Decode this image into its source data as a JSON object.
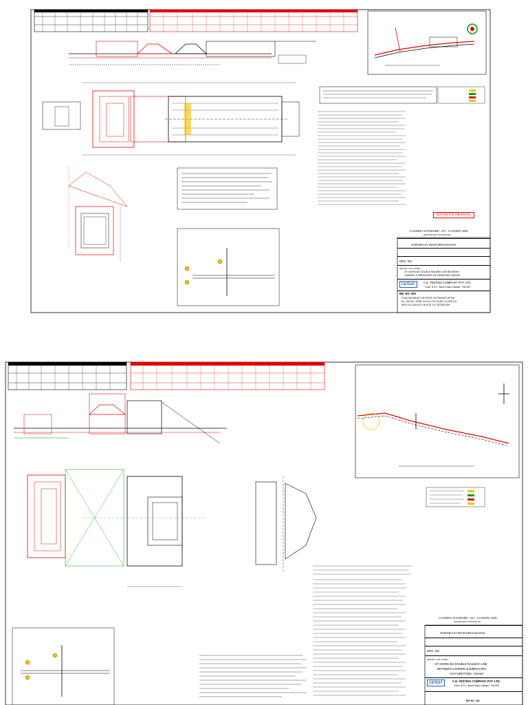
{
  "sheet1": {
    "title_block": {
      "loading_standard": "LOADING STANDARD : 25T - LOADING 2008",
      "proposed": "(PROPOSED EXTENSION)",
      "railway": "NORTHEAST FRONTIER RAILWAY",
      "drg_no_label": "DRG. NO.",
      "project_label": "PROJECT OF WORK :",
      "project_line1": "GTI WORK BG DOUBLE RAILWAY LINE BETWEEN",
      "project_line2": "LUMDING & DIBRUGARH VIA-FURKATING, ASSAM",
      "company": "C.E. TESTING COMPANY PVT. LTD.",
      "company_addr": "124A, N.S.C. Bose Road, Kolkata - 700 092",
      "logo": "CETEST",
      "br_no": "BR. NO. 293",
      "plan_line1": "PLAN SHOWING THE PROP. EXTENSION OF BR.",
      "plan_line2": "No. 293 (EX. SPAN 1x2.0m, PSC SLAB, CH:287/1-2)",
      "plan_line3": "WITH 1x2.00m RCC BOX AT CH: 287325.00m"
    },
    "tentative": "TENTATIVE DRAWING"
  },
  "sheet2": {
    "title_block": {
      "loading_standard": "LOADING STANDARD : 25T - LOADING 2008",
      "proposed": "(PROPOSED EXTENSION)",
      "railway": "NORTHEAST FRONTIER RAILWAY",
      "drg_no_label": "DRG. NO.",
      "project_label": "PROJECT OF WORK :",
      "project_line1": "GTI WORK BG DOUBLE RAILWAY LINE",
      "project_line2": "BETWEEN LUMDING & DIBRUGARH",
      "project_line3": "VIA-FURKATING, ASSAM",
      "company": "C.E. TESTING COMPANY PVT. LTD.",
      "company_addr": "124A, N.S.C. Bose Road, Kolkata - 700 092",
      "logo": "CETEST",
      "br_no": "BR. NO. 294"
    }
  },
  "colors": {
    "red": "#e10000",
    "green": "#00a000",
    "black": "#000000",
    "yellow": "#f2c200",
    "blue": "#1a5fb4"
  }
}
